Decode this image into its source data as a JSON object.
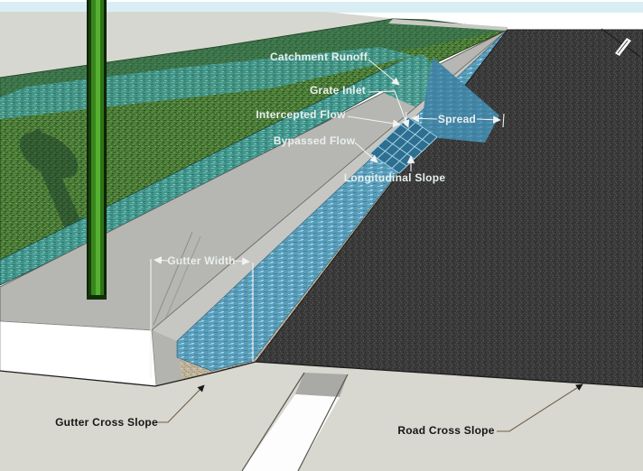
{
  "labels": {
    "catchment_runoff": "Catchment Runoff",
    "grate_inlet": "Grate Inlet",
    "intercepted_flow": "Intercepted Flow",
    "bypassed_flow": "Bypassed Flow",
    "longitudinal_slope": "Longitudinal Slope",
    "spread": "Spread",
    "gutter_width": "Gutter Width",
    "gutter_cross_slope": "Gutter Cross Slope",
    "road_cross_slope": "Road Cross Slope"
  },
  "colors": {
    "sky": "#d9eef4",
    "grass": "#4c7c38",
    "runoff_teal": "#43968c",
    "gutter_water": "#5a9cbc",
    "spread_water": "#36789a",
    "asphalt": "#3a3a3a",
    "sidewalk_concrete": "#b6b6b2",
    "curb_cut_face": "#ffffff",
    "gutter_sand": "#c1b49a",
    "ground_cut_face": "#d8d7d0",
    "label_light": "#e9efee",
    "label_dark": "#151515",
    "leader_light": "#f2f2f2",
    "leader_dark": "#6f5f48",
    "pole_green": "#49a42a"
  }
}
